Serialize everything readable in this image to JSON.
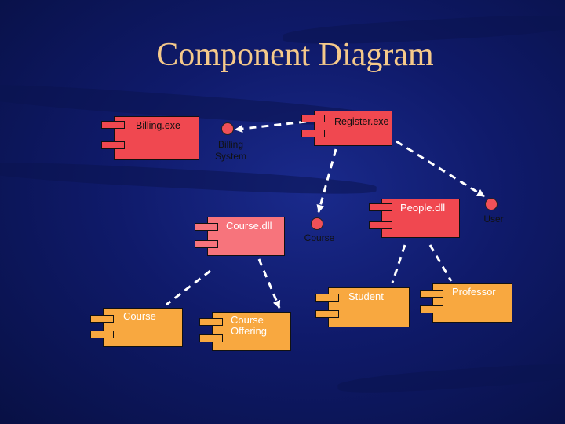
{
  "title": "Component Diagram",
  "components": {
    "billing_exe": "Billing.exe",
    "register_exe": "Register.exe",
    "people_dll": "People.dll",
    "course_dll": "Course.dll",
    "course": "Course",
    "course_offering": "Course\nOffering",
    "student": "Student",
    "professor": "Professor"
  },
  "interfaces": {
    "billing_system": "Billing\nSystem",
    "course": "Course",
    "user": "User"
  },
  "colors": {
    "background": "#0f1a6a",
    "title": "#f5c98a",
    "executable": "#f04850",
    "library": "#f7747c",
    "class_component": "#f8a840",
    "interface": "#f05058",
    "dependency": "#ffffff"
  }
}
